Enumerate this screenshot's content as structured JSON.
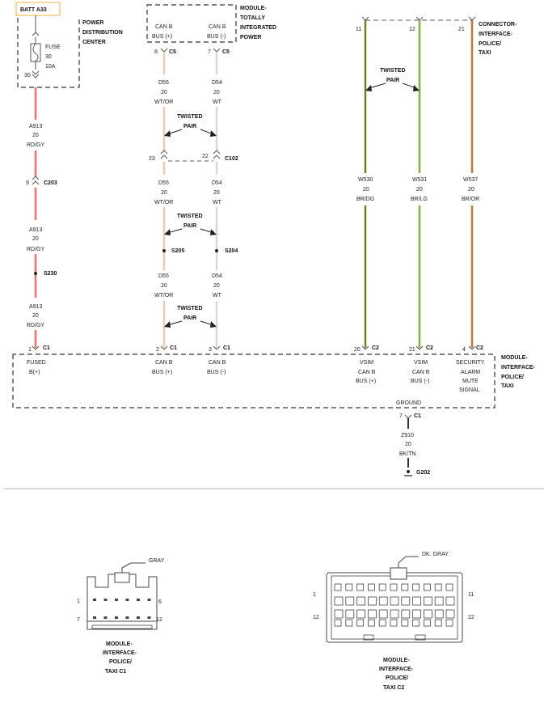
{
  "batt": "BATT A33",
  "pdc": {
    "line1": "POWER",
    "line2": "DISTRIBUTION",
    "line3": "CENTER",
    "fuse_label": "FUSE",
    "fuse_num": "30",
    "fuse_amp": "10A",
    "pin": "30"
  },
  "tipm": {
    "line1": "MODULE-",
    "line2": "TOTALLY",
    "line3": "INTEGRATED",
    "line4": "POWER",
    "pin_plus_l1": "CAN B",
    "pin_plus_l2": "BUS (+)",
    "pin_minus_l1": "CAN B",
    "pin_minus_l2": "BUS (-)",
    "pin_plus_num": "8",
    "pin_minus_num": "7",
    "conn": "C5"
  },
  "connector_interface": {
    "line1": "CONNECTOR-",
    "line2": "INTERFACE-",
    "line3": "POLICE/",
    "line4": "TAXI",
    "pin_a": "11",
    "pin_b": "12",
    "pin_c": "21"
  },
  "wires": {
    "a913": {
      "code": "A913",
      "gauge": "20",
      "color": "RD/GY",
      "color_hex": "#f07070"
    },
    "d55": {
      "code": "D55",
      "gauge": "20",
      "color": "WT/OR",
      "color_hex": "#f0c8b8"
    },
    "d54": {
      "code": "D54",
      "gauge": "20",
      "color": "WT",
      "color_hex": "#d8d8d8"
    },
    "w530": {
      "code": "W530",
      "gauge": "20",
      "color": "BR/DG",
      "color_hex": "#7a7a2a"
    },
    "w531": {
      "code": "W531",
      "gauge": "20",
      "color": "BR/LG",
      "color_hex": "#80b040"
    },
    "w537": {
      "code": "W537",
      "gauge": "20",
      "color": "BR/OR",
      "color_hex": "#b07a40"
    },
    "z910": {
      "code": "Z910",
      "gauge": "20",
      "color": "BK/TN",
      "color_hex": "#333333"
    }
  },
  "twisted": {
    "l1": "TWISTED",
    "l2": "PAIR"
  },
  "c203": {
    "pin": "9",
    "name": "C203"
  },
  "s230": "S230",
  "c102": {
    "pin_a": "23",
    "pin_b": "22",
    "name": "C102"
  },
  "s205": "S205",
  "s204": "S204",
  "g202": "G202",
  "module": {
    "line1": "MODULE-",
    "line2": "INTERFACE-",
    "line3": "POLICE/",
    "line4": "TAXI",
    "p1": {
      "num": "1",
      "conn": "C1",
      "l1": "FUSED",
      "l2": "B(+)"
    },
    "p2": {
      "num": "2",
      "conn": "C1",
      "l1": "CAN B",
      "l2": "BUS (+)"
    },
    "p3": {
      "num": "3",
      "conn": "C1",
      "l1": "CAN B",
      "l2": "BUS (-)"
    },
    "p20": {
      "num": "20",
      "conn": "C2",
      "l1": "VSIM",
      "l2": "CAN B",
      "l3": "BUS (+)"
    },
    "p21": {
      "num": "21",
      "conn": "C2",
      "l1": "VSIM",
      "l2": "CAN B",
      "l3": "BUS (-)"
    },
    "p4": {
      "num": "4",
      "conn": "C2",
      "l1": "SECURITY",
      "l2": "ALARM",
      "l3": "MUTE",
      "l4": "SIGNAL"
    },
    "ground": {
      "label": "GROUND",
      "num": "7",
      "conn": "C1"
    }
  },
  "conn_c1": {
    "color": "GRAY",
    "pin_tl": "1",
    "pin_tr": "6",
    "pin_bl": "7",
    "pin_br": "12",
    "t1": "MODULE-",
    "t2": "INTERFACE-",
    "t3": "POLICE/",
    "t4": "TAXI C1"
  },
  "conn_c2": {
    "color": "DK. GRAY",
    "pin_tl": "1",
    "pin_tr": "11",
    "pin_bl": "12",
    "pin_br": "22",
    "t1": "MODULE-",
    "t2": "INTERFACE-",
    "t3": "POLICE/",
    "t4": "TAXI C2"
  }
}
